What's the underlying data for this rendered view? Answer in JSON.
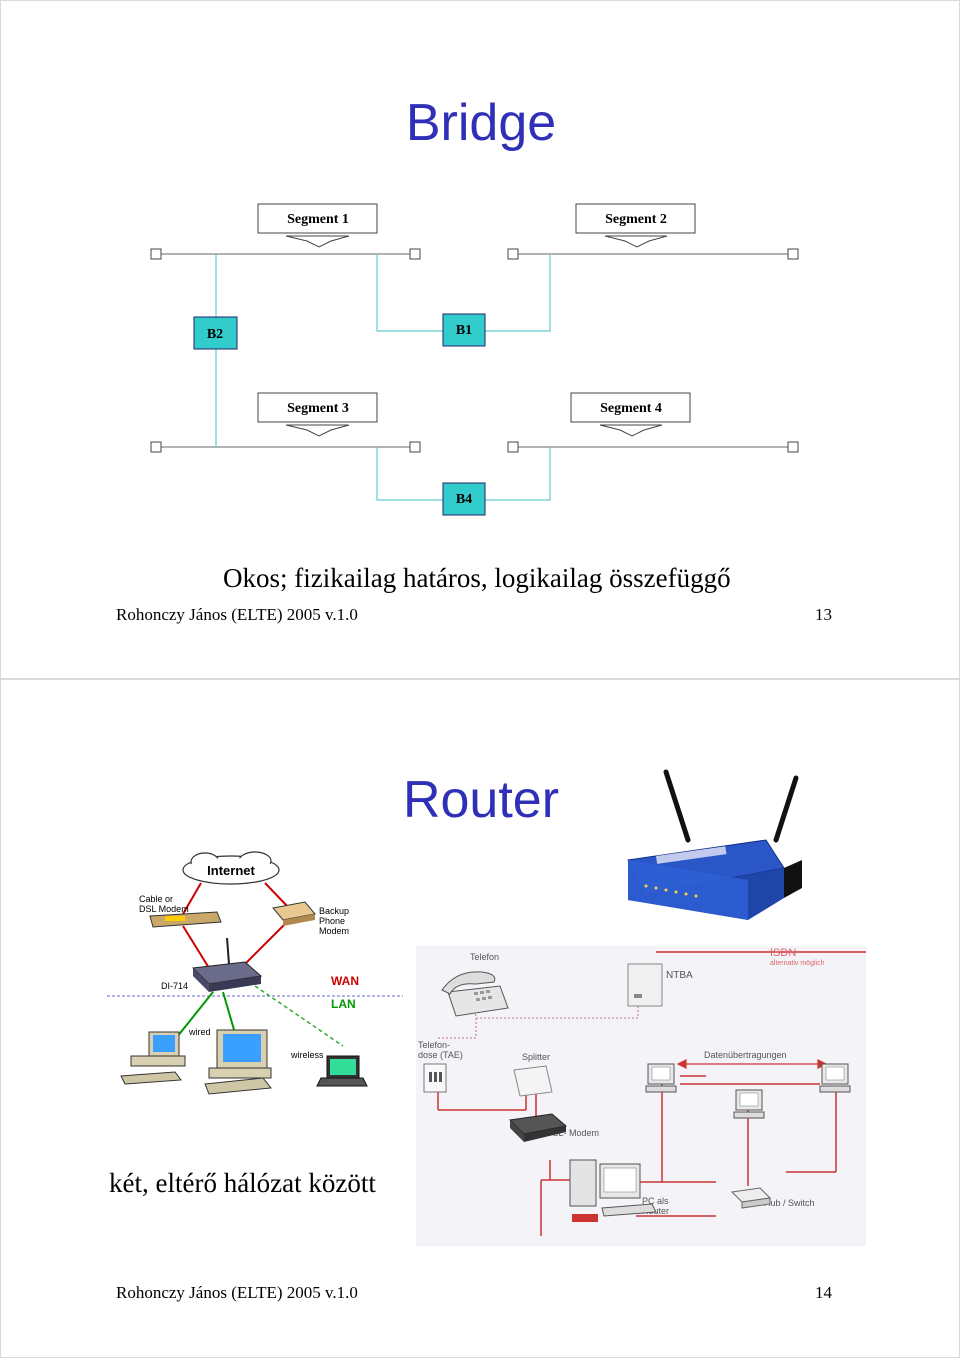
{
  "slide1": {
    "title": "Bridge",
    "caption": "Okos; fizikailag határos, logikailag összefüggő",
    "footer_left": "Rohonczy János (ELTE) 2005 v.1.0",
    "page_number": "13",
    "diagram": {
      "segment1": "Segment 1",
      "segment2": "Segment 2",
      "segment3": "Segment 3",
      "segment4": "Segment 4",
      "b1": "B1",
      "b2": "B2",
      "b4": "B4"
    }
  },
  "slide2": {
    "title": "Router",
    "caption": "két, eltérő hálózat között",
    "footer_left": "Rohonczy János (ELTE) 2005 v.1.0",
    "page_number": "14",
    "left_diagram": {
      "internet": "Internet",
      "cable_dsl_line1": "Cable or",
      "cable_dsl_line2": "DSL Modem",
      "backup_line1": "Backup",
      "backup_line2": "Phone",
      "backup_line3": "Modem",
      "router_model": "DI-714",
      "wan": "WAN",
      "lan": "LAN",
      "wired": "wired",
      "wireless": "wireless"
    },
    "right_diagram": {
      "telefon": "Telefon",
      "ntba": "NTBA",
      "isdn": "ISDN",
      "isdn_note": "alternativ möglich",
      "telefondose_line1": "Telefon-",
      "telefondose_line2": "dose (TAE)",
      "splitter": "Splitter",
      "datenubertragungen": "Datenübertragungen",
      "dsl_modem": "DSL- Modem",
      "pc_als_line1": "PC als",
      "pc_als_line2": "Router",
      "hub_switch": "Hub / Switch"
    },
    "colors": {
      "title": "#2f2fb8",
      "wan": "#cc0000",
      "lan": "#009900",
      "red_line": "#cc3333"
    }
  }
}
